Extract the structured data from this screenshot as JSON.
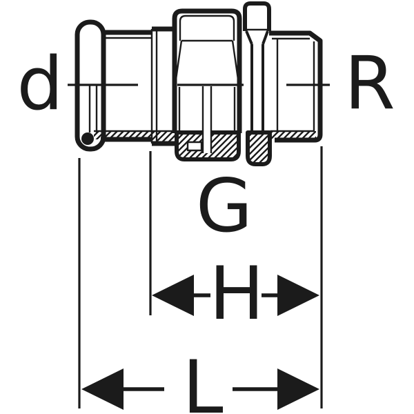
{
  "diagram": {
    "kind": "technical-drawing",
    "labels": {
      "d": "d",
      "R": "R",
      "G": "G",
      "H": "H",
      "L": "L"
    },
    "colors": {
      "line": "#1b1b1b",
      "background": "#ffffff"
    }
  }
}
